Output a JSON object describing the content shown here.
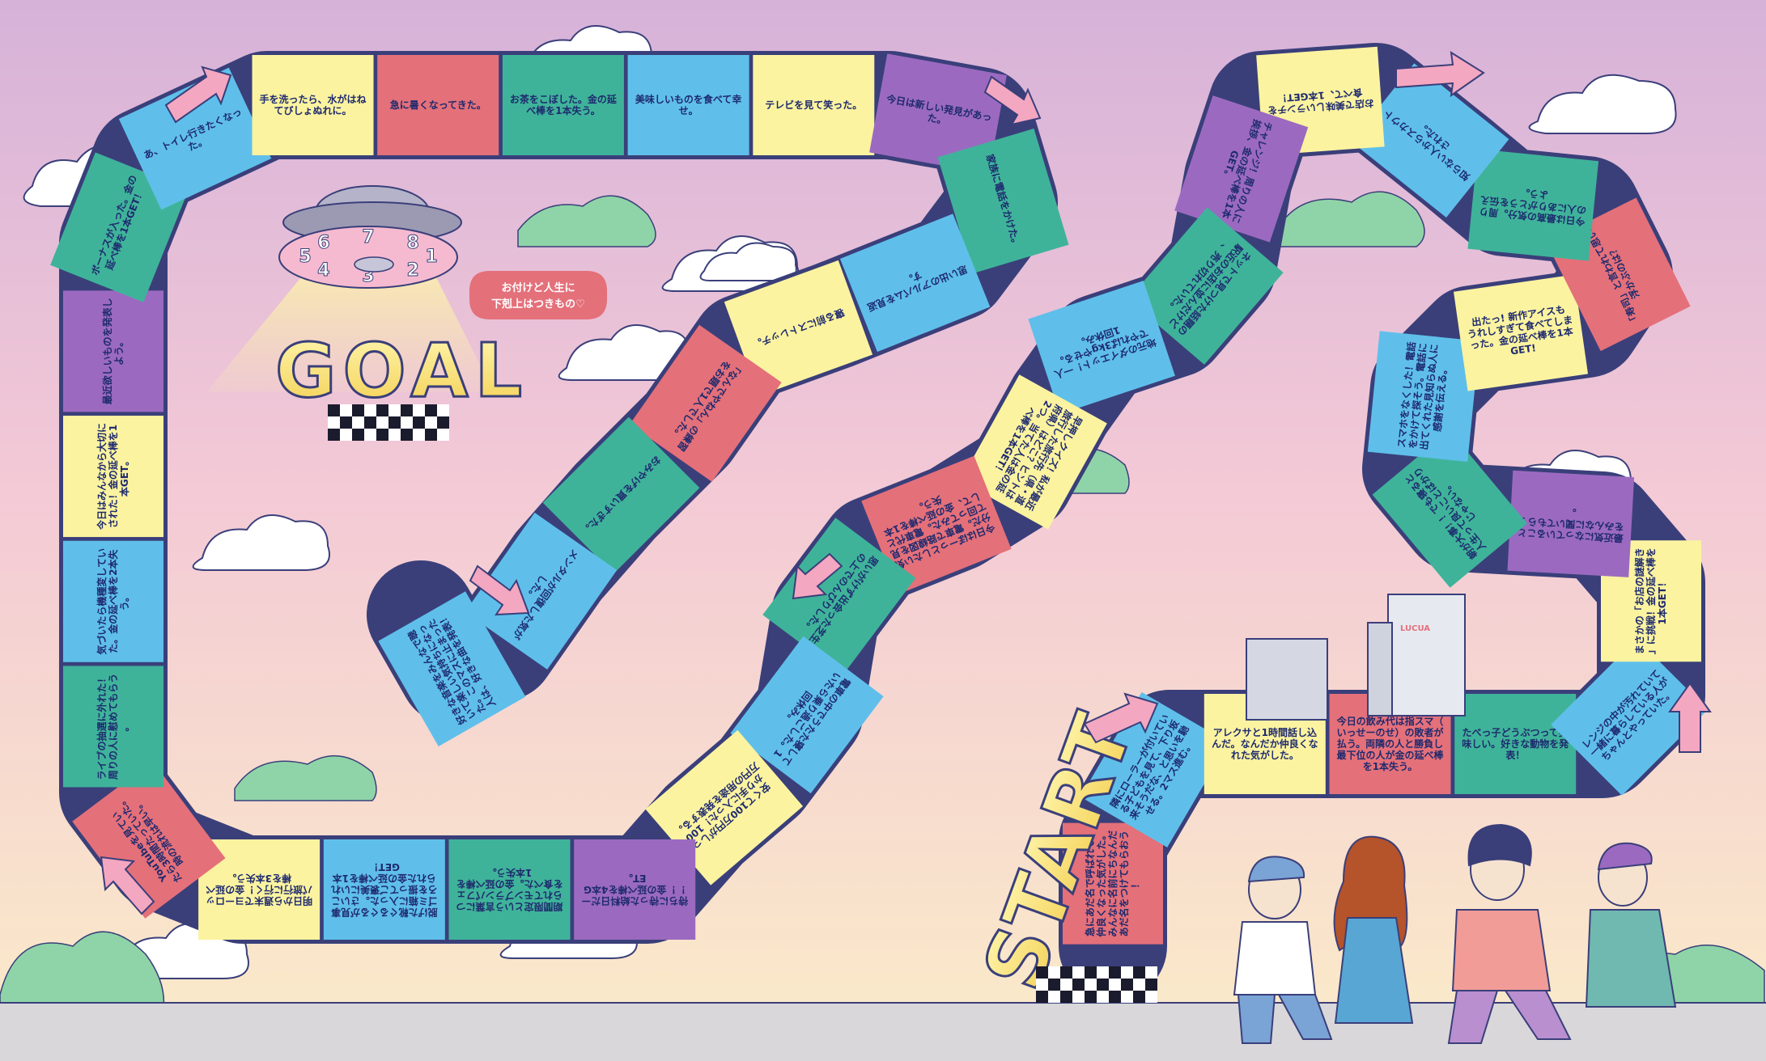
{
  "colors": {
    "teal": "#3fb39a",
    "blue": "#5fbfea",
    "yellow": "#fbf3a0",
    "red": "#e4707a",
    "purple": "#9b6ac0",
    "ink": "#26306e",
    "road": "#d9d7da"
  },
  "goal": {
    "title": "GOAL",
    "bubble": [
      "お付けど人生に",
      "下剋上はつきもの♡"
    ],
    "spinner_numbers": [
      "1",
      "2",
      "3",
      "4",
      "5",
      "6",
      "7",
      "8"
    ],
    "final_cell": "好きな音楽をみんなで聴いて楽しい気持ちになった。このマスに止まった人は、好きな曲を発表！"
  },
  "start": {
    "title": "START",
    "first_cell": "急にあだ名で呼ばれて、仲良くなった気がした。みんなに名前にちなんだあだ名をつけてもらおう！",
    "store_sign": "LUCUA"
  },
  "squares": [
    "隣にローラーが付いている子どもを見て、下り坂来そうだな、と思いを馳せる。2マス進む。",
    "アレクサと1時間話し込んだ。なんだか仲良くなれた気がした。",
    "今日の飲み代は指スマ（いっせーのせ）の敗者が払う。両隣の人と勝負し最下位の人が金の延べ棒を1本失う。",
    "たべっ子どうぶつって美味しい。好きな動物を発表！",
    "レンジの中が汚れていて一緒に暮らしている人がちゃんとやっていた。",
    "まさかの「お店の謎解き」に挑戦！金の延べ棒を1本GET！",
    "最近気になっていることをみんなに聞いてもらう。",
    "朝が大事！！でも寝ると人生って良いことばかりじゃない。",
    "スマホをなくした！電話をかけて探そう。電話に出てくれた見知らぬ人に感謝を伝える。",
    "出たっ! 新作アイスもうれしすぎて食べてしまった。金の延べ棒を1本GET!",
    "「寿司」と言われて思い浮かぶのは？",
    "今日は最高の気分。周りの人にありがとうを伝えよう。",
    "知らない人からスカウトされた。",
    "お店で美味しいランチを食べて、1本GET！",
    "チャレンジ！周りの人に挨拶、金の延べ棒を1本GET。",
    "ネットで見つけた話題の駅近のお店に並んだけど、売り切れていた。",
    "地元のダイエット！一人でやれば3kgやせる。1回休み。",
    "早押しクイズ！私が最近旅行した旅行先（県・道府県）はどこ？ヒントは2つ。当てた人は金の延べ棒を1本GET！",
    "今日はぼーっとしたい気分だ。電車で路線図を見て回ってみた。電車代として、金の延べ棒を1本失う。",
    "思いがけず出会った芝生の上でのんびりした。",
    "電車の中でうたた寝していたら乗り過ごした。1回休み。",
    "安くて100万円がしっかり手に入った！100万円の用途を発表する。",
    "待ちに待った給料日だー！！金の延べ棒を4本GET。",
    "期間限定という言葉につられてモンブランパフェを食べた。金の延べ棒を1本失う。",
    "脱げた靴ぐるぐるが見事ゴミ箱に入った。さいころを振ってご褒美にいれられた金の延べ棒を1本GET！",
    "明日から週末でヨーロッパ旅行に行く！金の延べ棒を3本失う。",
    "YouTubeを見ていたら3時間たっていた。時の流れは早い。",
    "ライブの抽選に外れた！周りの人に慰めてもらう。",
    "気づいたら機種変していた。金の延べ棒を2本失う。",
    "今日はみんなから大切にされた！金の延べ棒を1本GET。",
    "最近欲しいものを発表しよう。",
    "ボーナスが入った。金の延べ棒を1本GET！",
    "あ、トイレ行きたくなった。",
    "手を洗ったら、水がはねてびしょぬれに。",
    "急に暑くなってきた。",
    "お茶をこぼした。金の延べ棒を1本失う。",
    "美味しいものを食べて幸せ。",
    "テレビを見て笑った。",
    "今日は新しい発見があった。",
    "家族に電話をかけた。",
    "思い出のアルバムを見返す。",
    "寝る前にストレッチ。",
    "「なんでやねん」の練習をお題で1人でした。",
    "おみやげを買いすぎた。",
    "メンタルが回復した気がした。"
  ]
}
